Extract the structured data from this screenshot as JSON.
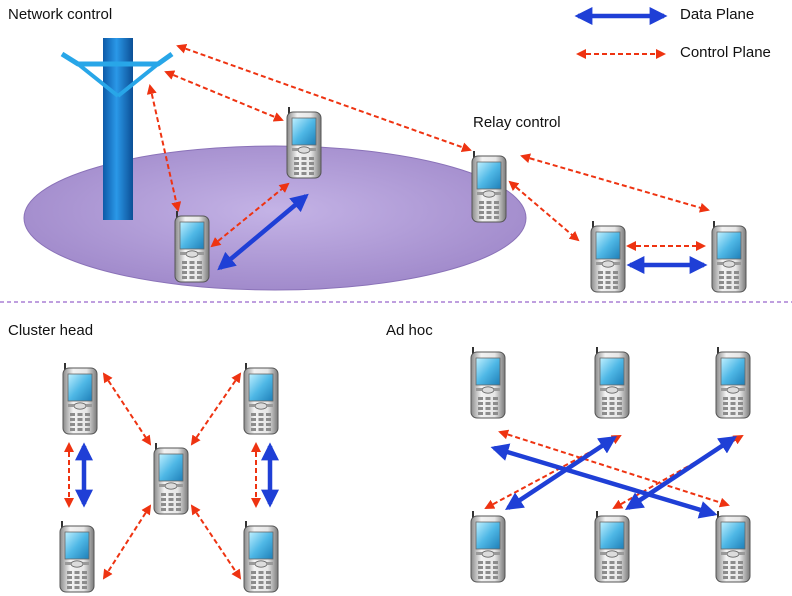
{
  "sections": {
    "network_control": "Network control",
    "relay_control": "Relay control",
    "cluster_head": "Cluster head",
    "ad_hoc": "Ad hoc"
  },
  "legend": {
    "data_plane": "Data Plane",
    "control_plane": "Control Plane"
  },
  "colors": {
    "data_plane": "#1f3fd6",
    "control_plane": "#ee3311",
    "coverage_area": "#a98fd0",
    "tower": "#1e7fd0",
    "divider": "#9966cc"
  },
  "icons": [
    "base-station-tower-icon",
    "mobile-phone-icon"
  ]
}
